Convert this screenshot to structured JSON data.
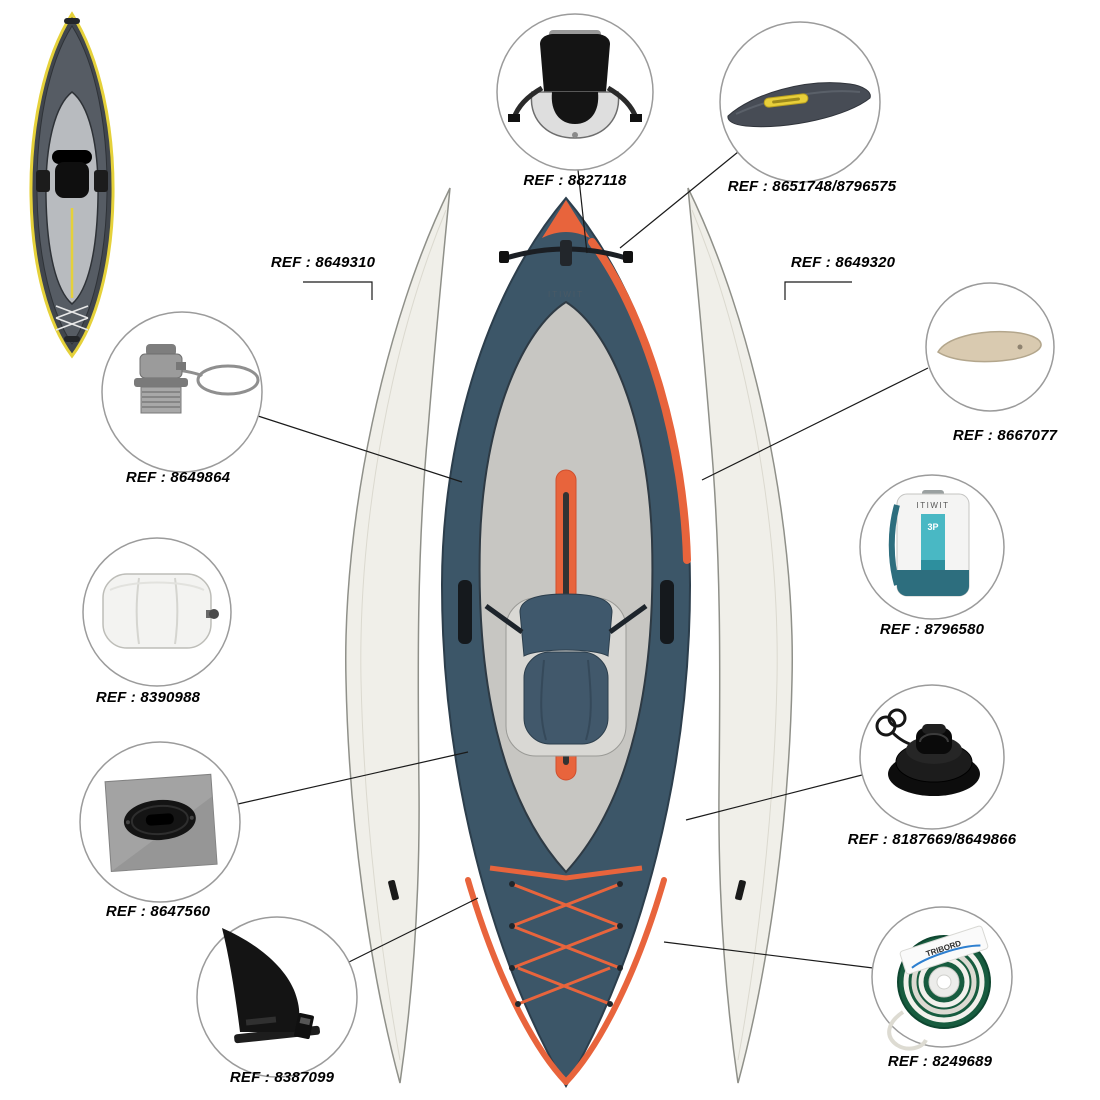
{
  "diagram": {
    "kind": "inflatable-kayak-spare-parts-exploded-view"
  },
  "colors": {
    "accent_orange": "#E8643C",
    "accent_yellow": "#E5D13A",
    "hull_blue": "#3C5668",
    "float_white": "#F0EFE9",
    "bag_teal": "#49B8C4",
    "spool_green": "#175C3F",
    "fin_beige": "#D9CAB0"
  },
  "kayak": {
    "brand": "ITIWIT"
  },
  "floats": {
    "left": {
      "ref": "REF : 8649310"
    },
    "right": {
      "ref": "REF : 8649320"
    }
  },
  "parts": {
    "seat": {
      "name": "kayak-seat",
      "ref": "REF : 8827118"
    },
    "deck_cover": {
      "name": "deck-cover",
      "ref": "REF : 8651748/8796575"
    },
    "side_fin": {
      "name": "beige-side-fin",
      "ref": "REF : 8667077"
    },
    "carry_bag": {
      "name": "carry-bag",
      "ref": "REF : 8796580",
      "brand": "ITIWIT",
      "size_label": "3P"
    },
    "valve": {
      "name": "inflation-valve",
      "ref": "REF : 8187669/8649866"
    },
    "cord_spool": {
      "name": "cord-spool",
      "ref": "REF : 8249689",
      "brand": "TRIBORD"
    },
    "valve_cap": {
      "name": "valve-cap-with-strap",
      "ref": "REF : 8649864"
    },
    "seat_cushion": {
      "name": "inflatable-cushion",
      "ref": "REF : 8390988"
    },
    "repair_patch": {
      "name": "repair-patch",
      "ref": "REF : 8647560"
    },
    "fin": {
      "name": "black-fin",
      "ref": "REF : 8387099"
    }
  }
}
